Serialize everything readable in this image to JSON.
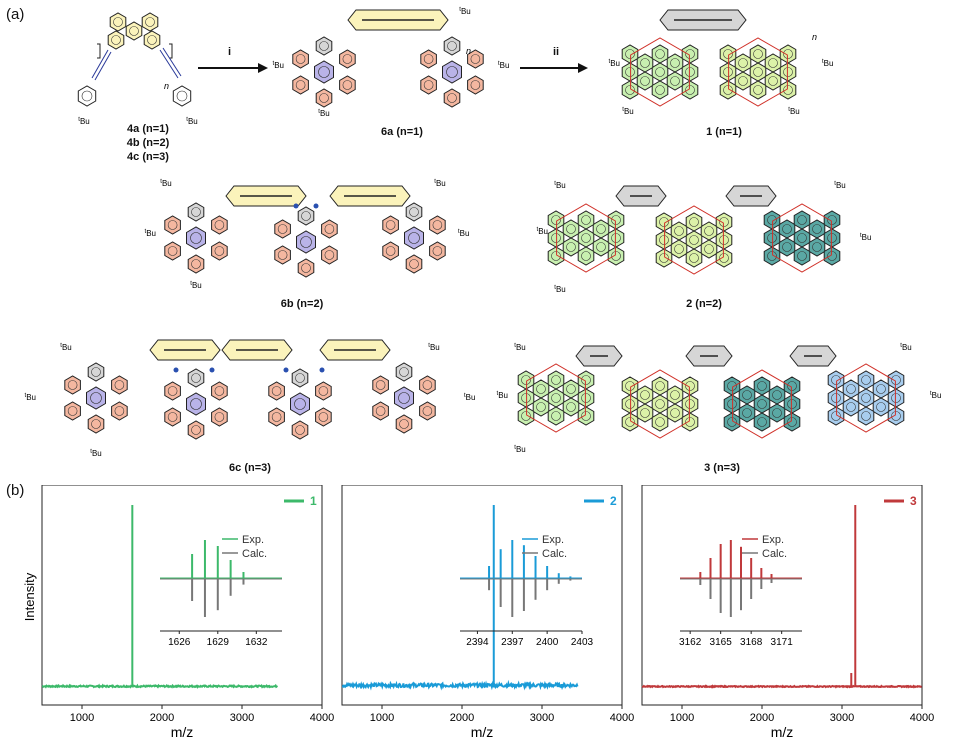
{
  "panel_a_label": "(a)",
  "panel_b_label": "(b)",
  "reagents": {
    "i": "i",
    "ii": "ii"
  },
  "captions": {
    "4": [
      "4a (n=1)",
      "4b (n=2)",
      "4c (n=3)"
    ],
    "6a": "6a (n=1)",
    "1": "1 (n=1)",
    "6b": "6b (n=2)",
    "2": "2 (n=2)",
    "6c": "6c (n=3)",
    "3": "3 (n=3)"
  },
  "substituent": "tBu",
  "n_label": "n",
  "colors": {
    "peach": "#f4b7a0",
    "yellow": "#fbf3bb",
    "green": "#c8f0b0",
    "lime": "#dcf2a8",
    "teal": "#5aa8a4",
    "blue": "#a8cdee",
    "grey": "#d6d6d6",
    "red": "#d03028",
    "purple": "#b070d8",
    "navy": "#2a3a9a",
    "series1": "#3cb96a",
    "series2": "#1a9bd7",
    "series3": "#c0393b"
  },
  "chart_data": [
    {
      "type": "line",
      "series_label": "1",
      "xlabel": "m/z",
      "ylabel": "Intensity",
      "xlim": [
        500,
        4000
      ],
      "xticks": [
        1000,
        2000,
        3000,
        4000
      ],
      "x_range_of_trace": [
        500,
        3450
      ],
      "peak_x": 1629,
      "inset": {
        "xlim": [
          1624.5,
          1634
        ],
        "xticks": [
          1626,
          1629,
          1632
        ],
        "legend": [
          "Exp.",
          "Calc."
        ],
        "exp_peaks": [
          [
            1627,
            0.6
          ],
          [
            1628,
            0.95
          ],
          [
            1629,
            0.8
          ],
          [
            1630,
            0.45
          ],
          [
            1631,
            0.15
          ]
        ],
        "calc_peaks": [
          [
            1627,
            0.55
          ],
          [
            1628,
            0.95
          ],
          [
            1629,
            0.78
          ],
          [
            1630,
            0.42
          ],
          [
            1631,
            0.14
          ]
        ]
      }
    },
    {
      "type": "line",
      "series_label": "2",
      "xlabel": "m/z",
      "ylabel": "",
      "xlim": [
        500,
        4000
      ],
      "xticks": [
        1000,
        2000,
        3000,
        4000
      ],
      "x_range_of_trace": [
        500,
        3450
      ],
      "peak_x": 2397,
      "inset": {
        "xlim": [
          2392.5,
          2403
        ],
        "xticks": [
          2394,
          2397,
          2400,
          2403
        ],
        "legend": [
          "Exp.",
          "Calc."
        ],
        "exp_peaks": [
          [
            2395,
            0.3
          ],
          [
            2396,
            0.72
          ],
          [
            2397,
            0.95
          ],
          [
            2398,
            0.82
          ],
          [
            2399,
            0.55
          ],
          [
            2400,
            0.3
          ],
          [
            2401,
            0.12
          ],
          [
            2402,
            0.04
          ]
        ],
        "calc_peaks": [
          [
            2395,
            0.28
          ],
          [
            2396,
            0.7
          ],
          [
            2397,
            0.95
          ],
          [
            2398,
            0.8
          ],
          [
            2399,
            0.52
          ],
          [
            2400,
            0.28
          ],
          [
            2401,
            0.12
          ],
          [
            2402,
            0.04
          ]
        ]
      }
    },
    {
      "type": "line",
      "series_label": "3",
      "xlabel": "m/z",
      "ylabel": "",
      "xlim": [
        500,
        4000
      ],
      "xticks": [
        1000,
        2000,
        3000,
        4000
      ],
      "x_range_of_trace": [
        500,
        4000
      ],
      "peak_x": 3166,
      "inset": {
        "xlim": [
          3161,
          3173
        ],
        "xticks": [
          3162,
          3165,
          3168,
          3171
        ],
        "legend": [
          "Exp.",
          "Calc."
        ],
        "exp_peaks": [
          [
            3163,
            0.15
          ],
          [
            3164,
            0.5
          ],
          [
            3165,
            0.85
          ],
          [
            3166,
            0.95
          ],
          [
            3167,
            0.78
          ],
          [
            3168,
            0.5
          ],
          [
            3169,
            0.25
          ],
          [
            3170,
            0.1
          ]
        ],
        "calc_peaks": [
          [
            3163,
            0.15
          ],
          [
            3164,
            0.5
          ],
          [
            3165,
            0.85
          ],
          [
            3166,
            0.95
          ],
          [
            3167,
            0.78
          ],
          [
            3168,
            0.5
          ],
          [
            3169,
            0.25
          ],
          [
            3170,
            0.1
          ]
        ]
      }
    }
  ]
}
